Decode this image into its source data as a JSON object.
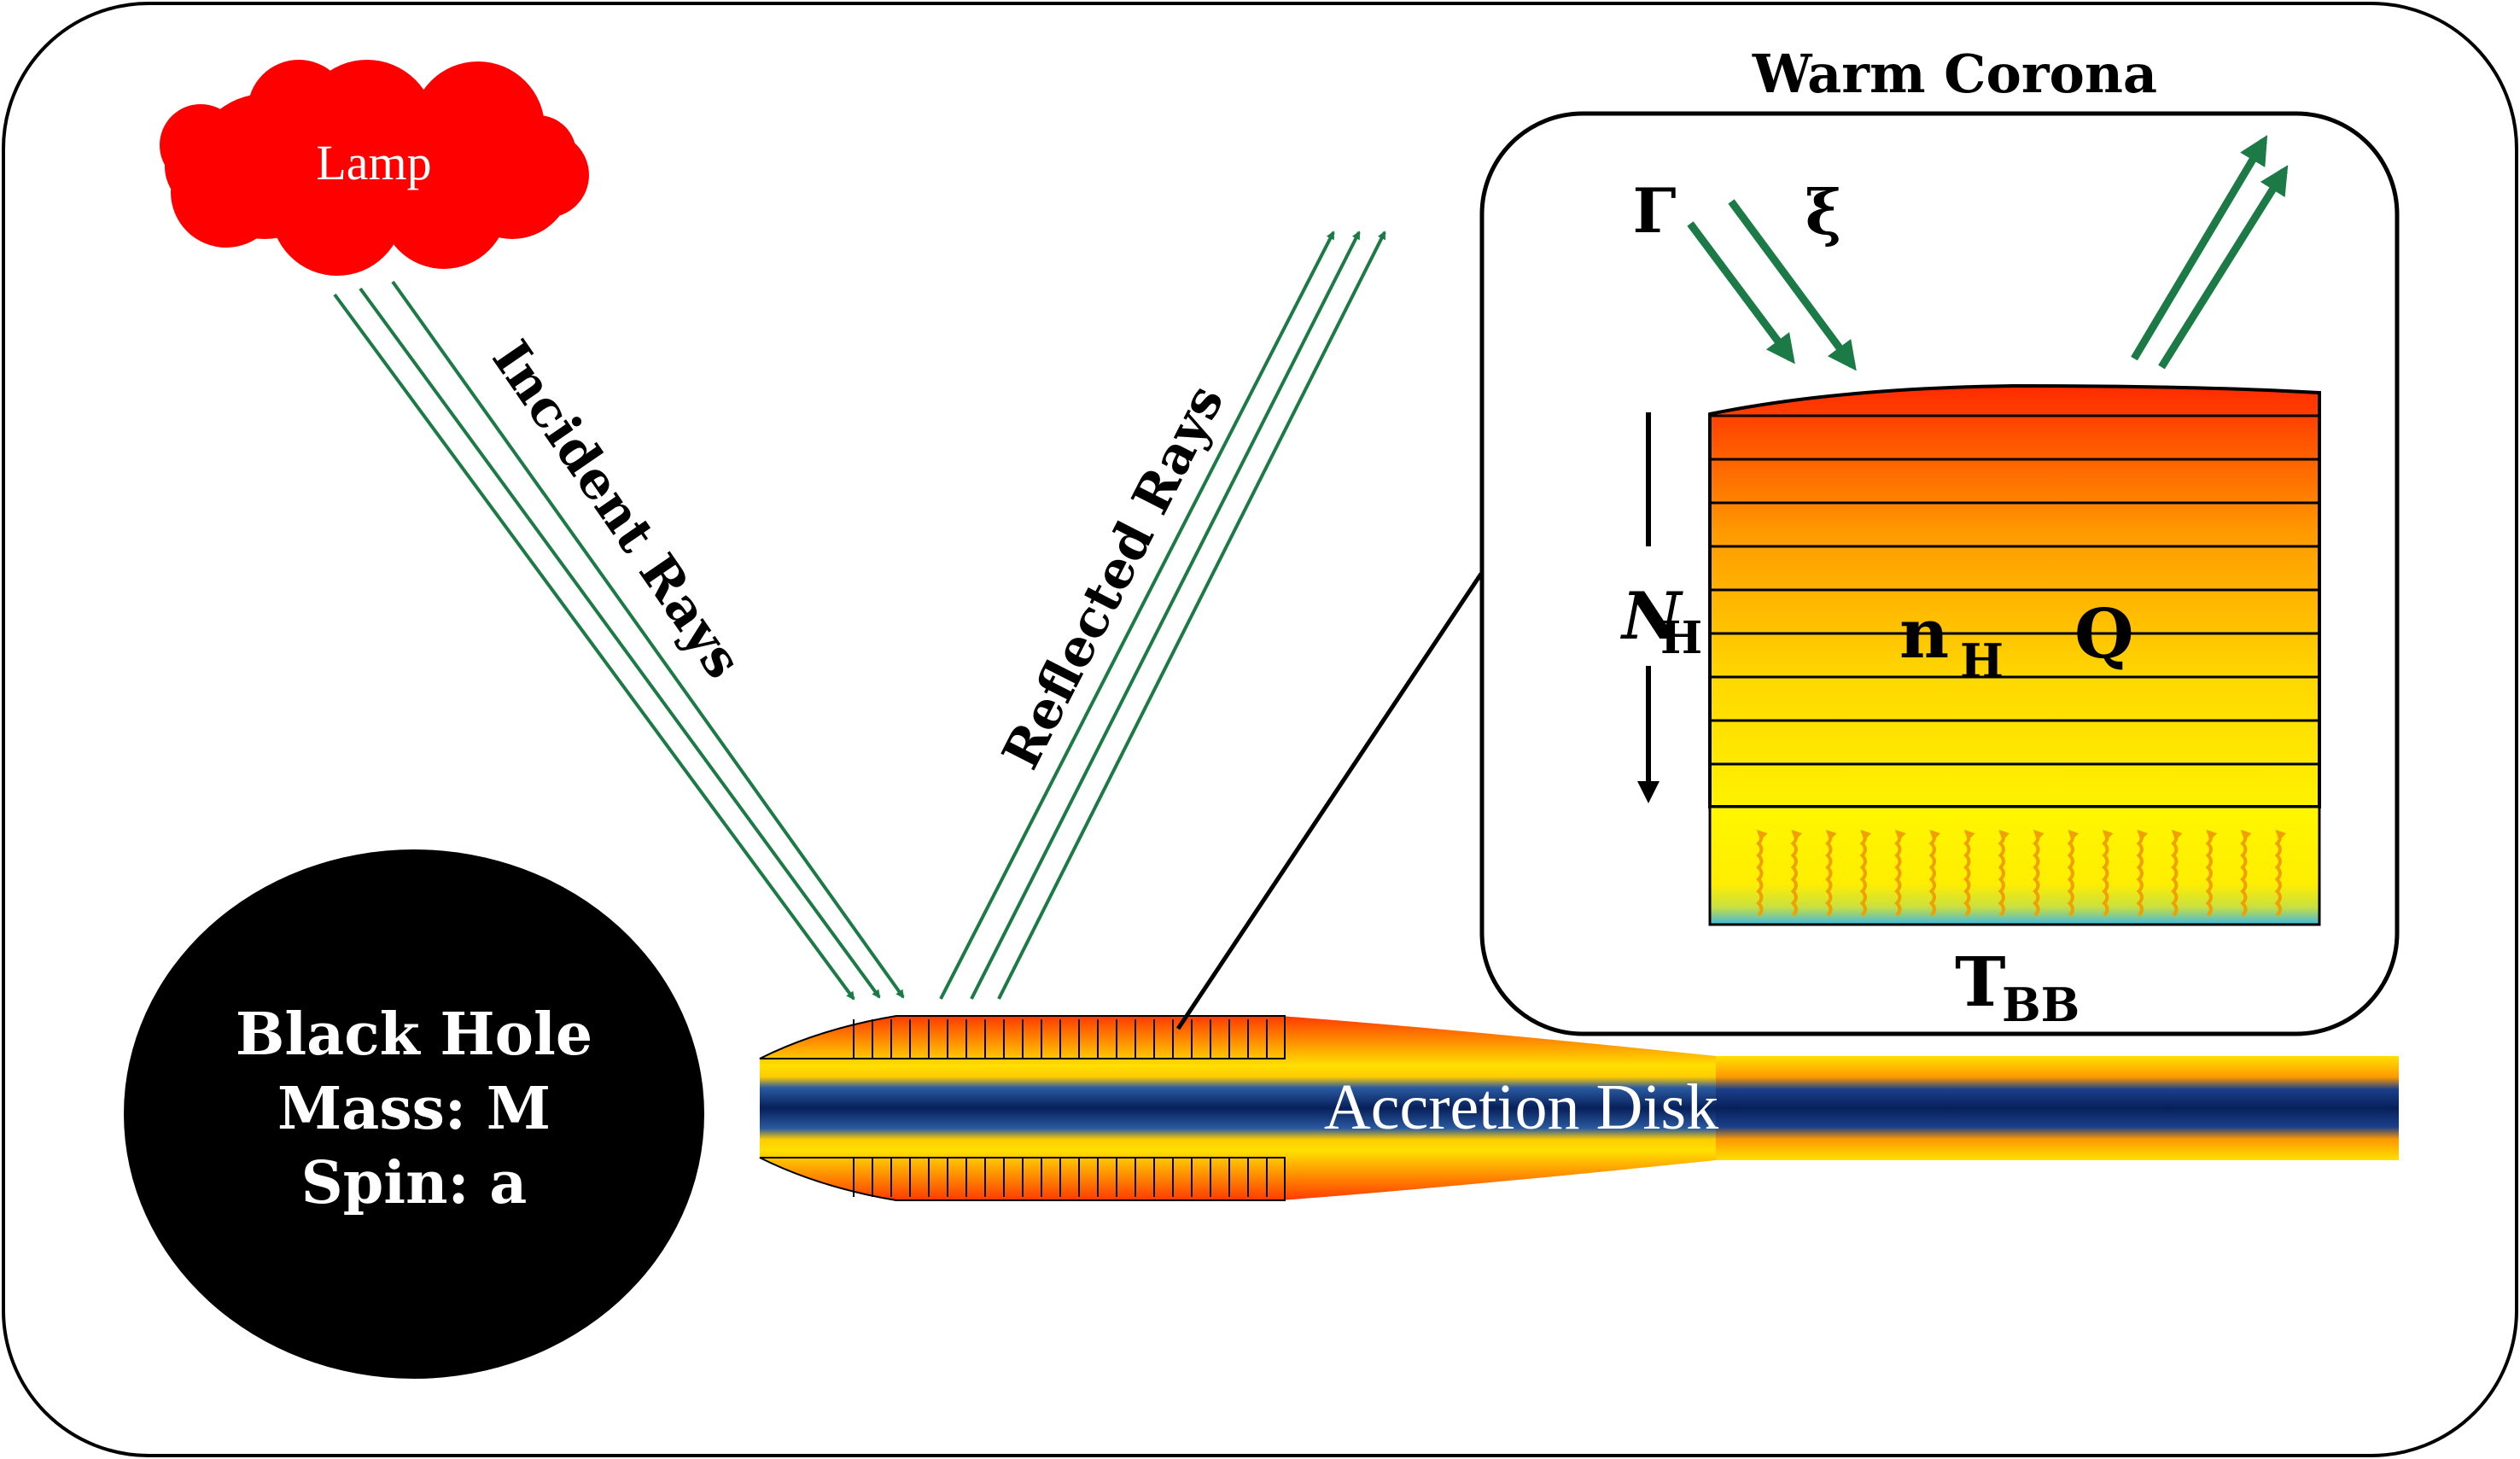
{
  "labels": {
    "lamp": "Lamp",
    "incident_rays": "Incident Rays",
    "reflected_rays": "Reflected Rays",
    "black_hole_line1": "Black Hole",
    "black_hole_line2": "Mass: M",
    "black_hole_line3": "Spin: a",
    "accretion_disk": "Accretion Disk",
    "warm_corona": "Warm Corona",
    "gamma": "Γ",
    "xi": "ξ",
    "column_density": "N",
    "column_density_sub": "H",
    "density": "n",
    "density_sub": "H",
    "heating": "Q",
    "blackbody_temp": "T",
    "blackbody_temp_sub": "BB"
  },
  "colors": {
    "ray_green": "#1b7a45",
    "lamp_red": "#ff0000",
    "black_hole": "#000000",
    "disk_blue": "#0a2a6a",
    "disk_orange": "#ff5a00",
    "disk_yellow": "#ffe000",
    "heat_arrow": "#f0a000"
  }
}
